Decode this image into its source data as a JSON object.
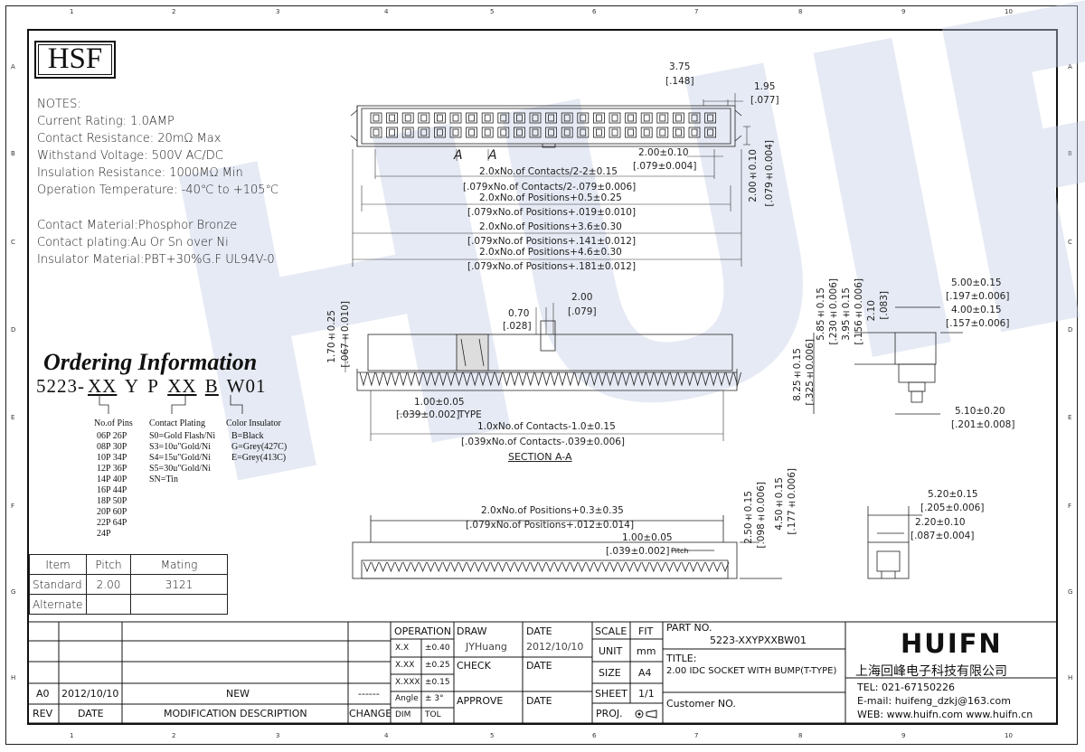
{
  "border": {
    "columns": [
      "1",
      "2",
      "3",
      "4",
      "5",
      "6",
      "7",
      "8",
      "9",
      "10"
    ],
    "rows": [
      "A",
      "B",
      "C",
      "D",
      "E",
      "F",
      "G",
      "H"
    ]
  },
  "watermark": "HUIFN",
  "logo_hsf": "HSF",
  "notes": {
    "header": "NOTES:",
    "lines": [
      "Current Rating: 1.0AMP",
      "Contact Resistance: 20mΩ Max",
      "Withstand Voltage: 500V AC/DC",
      "Insulation Resistance: 1000MΩ Min",
      "Operation Temperature: -40℃ to +105℃"
    ],
    "material_lines": [
      "Contact Material:Phosphor Bronze",
      "Contact plating:Au Or Sn over Ni",
      "Insulator Material:PBT+30%G.F UL94V-0"
    ]
  },
  "ordering": {
    "title": "Ordering Information",
    "code": [
      "5223-",
      "XX",
      "Y",
      "P",
      "XX",
      "B",
      "W01"
    ],
    "pins_header": "No.of Pins",
    "pins": [
      "06P 26P",
      "08P 30P",
      "10P 34P",
      "12P 36P",
      "14P 40P",
      "16P 44P",
      "18P 50P",
      "20P 60P",
      "22P 64P",
      "24P"
    ],
    "plating_header": "Contact Plating",
    "plating": [
      "S0=Gold Flash/Ni",
      "S3=10u\"Gold/Ni",
      "S4=15u\"Gold/Ni",
      "S5=30u\"Gold/Ni",
      "SN=Tin"
    ],
    "color_header": "Color Insulator",
    "color": [
      "B=Black",
      "G=Grey(427C)",
      "E=Grey(413C)"
    ]
  },
  "pitch_table": {
    "headers": [
      "Item",
      "Pitch",
      "Mating"
    ],
    "rows": [
      [
        "Standard",
        "2.00",
        "3121"
      ],
      [
        "Alternate",
        "",
        ""
      ]
    ]
  },
  "dims": {
    "top_375": "3.75",
    "top_148": "[.148]",
    "top_195": "1.95",
    "top_077": "[.077]",
    "d200": "2.00±0.10",
    "d079": "[.079±0.004]",
    "d200v": "2.00±0.10",
    "d079v": "[.079±0.004]",
    "aa1": "A",
    "aa2": "A",
    "l1": "2.0xNo.of Contacts/2-2±0.15",
    "l1b": "[.079xNo.of Contacts/2-.079±0.006]",
    "l2": "2.0xNo.of Positions+0.5±0.25",
    "l2b": "[.079xNo.of Positions+.019±0.010]",
    "l3": "2.0xNo.of Positions+3.6±0.30",
    "l3b": "[.079xNo.of Positions+.141±0.012]",
    "l4": "2.0xNo.of Positions+4.6±0.30",
    "l4b": "[.079xNo.of Positions+.181±0.012]",
    "s070": "0.70",
    "s028": "[.028]",
    "s200": "2.00",
    "s079": "[.079]",
    "s170": "1.70±0.25",
    "s067": "[.067±0.010]",
    "s100": "1.00±0.05",
    "s039": "[.039±0.002]",
    "type": "TYPE",
    "sc1": "1.0xNo.of Contacts-1.0±0.15",
    "sc1b": "[.039xNo.of Contacts-.039±0.006]",
    "section": "SECTION A-A",
    "r585": "5.85±0.15",
    "r230": "[.230±0.006]",
    "r395": "3.95±0.15",
    "r156": "[.156±0.006]",
    "r210": "2.10",
    "r083": "[.083]",
    "r500": "5.00±0.15",
    "r197": "[.197±0.006]",
    "r400": "4.00±0.15",
    "r157": "[.157±0.006]",
    "r825": "8.25±0.15",
    "r325": "[.325±0.006]",
    "r510": "5.10±0.20",
    "r201": "[.201±0.008]",
    "b1": "2.0xNo.of Positions+0.3±0.35",
    "b1b": "[.079xNo.of Positions+.012±0.014]",
    "b100": "1.00±0.05",
    "b039": "[.039±0.002]",
    "pitch": "Pitch",
    "b250": "2.50±0.15",
    "b098": "[.098±0.006]",
    "b450": "4.50±0.15",
    "b177": "[.177±0.006]",
    "b520": "5.20±0.15",
    "b205": "[.205±0.006]",
    "b220": "2.20±0.10",
    "b087": "[.087±0.004]"
  },
  "title_block": {
    "rev_row": [
      "A0",
      "2012/10/10",
      "NEW",
      "------"
    ],
    "rev_headers": [
      "REV",
      "DATE",
      "MODIFICATION DESCRIPTION",
      "CHANGE"
    ],
    "operation": "OPERATION",
    "tol_rows": [
      [
        "X.X",
        "±0.40"
      ],
      [
        "X.XX",
        "±0.25"
      ],
      [
        "X.XXX",
        "±0.15"
      ],
      [
        "Angle",
        "± 3°"
      ],
      [
        "DIM",
        "TOL"
      ]
    ],
    "draw": "DRAW",
    "draw_name": "JYHuang",
    "check": "CHECK",
    "approve": "APPROVE",
    "date": "DATE",
    "draw_date": "2012/10/10",
    "scale": "SCALE",
    "fit": "FIT",
    "unit": "UNIT",
    "unit_val": "mm",
    "size": "SIZE",
    "size_val": "A4",
    "sheet": "SHEET",
    "sheet_val": "1/1",
    "proj": "PROJ.",
    "part_no_label": "PART NO.",
    "part_no": "5223-XXYPXXBW01",
    "title_label": "TITLE:",
    "title": "2.00 IDC SOCKET WITH BUMP(T-TYPE)",
    "customer": "Customer NO.",
    "company_logo": "HUIFN",
    "company_cn": "上海回峰电子科技有限公司",
    "tel": "TEL: 021-67150226",
    "email": "E-mail: huifeng_dzkj@163.com",
    "web": "WEB: www.huifn.com  www.huifn.cn"
  }
}
